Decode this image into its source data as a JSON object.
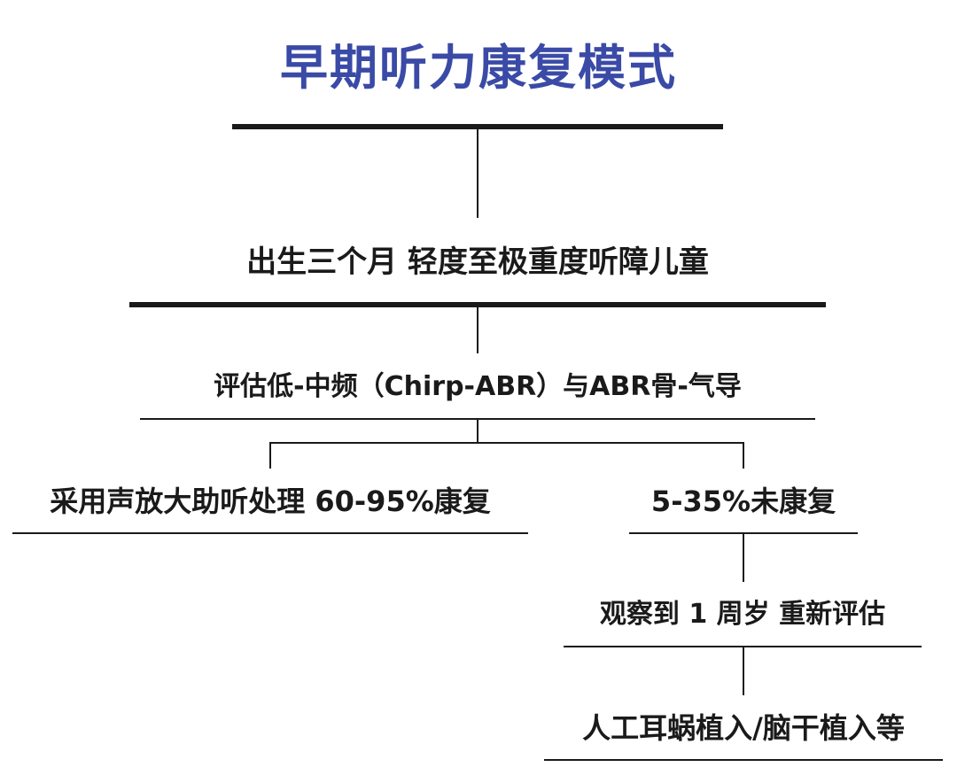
{
  "title": "早期听力康复模式",
  "colors": {
    "title": "#3a4aa6",
    "text": "#1a1a1a",
    "lines": "#1a1a1a"
  },
  "nodes": {
    "n1": "出生三个月 轻度至极重度听障儿童",
    "n2": "评估低-中频（Chirp-ABR）与ABR骨-气导",
    "n3_left": "采用声放大助听处理 60-95%康复",
    "n3_right": "5-35%未康复",
    "n4": "观察到 1 周岁 重新评估",
    "n5": "人工耳蜗植入/脑干植入等"
  }
}
